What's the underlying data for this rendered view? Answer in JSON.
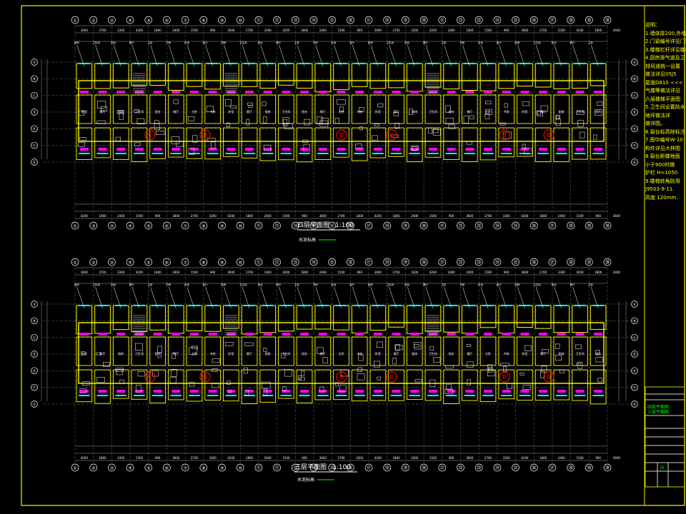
{
  "drawing": {
    "title_upper": "四层平面图",
    "title_lower": "三层平面图",
    "scale": "1:100",
    "level_note": "水泥标高",
    "axis_labels_top": [
      "①",
      "②",
      "③",
      "④",
      "⑤",
      "⑥",
      "⑦",
      "⑧",
      "⑨",
      "⑩",
      "⑪",
      "⑫",
      "⑬",
      "⑭",
      "⑮",
      "⑯",
      "⑰",
      "⑱",
      "⑲",
      "⑳",
      "㉑",
      "㉒",
      "㉓",
      "㉔",
      "㉕",
      "㉖",
      "㉗",
      "㉘",
      "㉙",
      "㉚"
    ],
    "axis_labels_side": [
      "Ⓐ",
      "Ⓑ",
      "Ⓒ",
      "Ⓓ",
      "Ⓔ",
      "Ⓕ",
      "Ⓖ"
    ],
    "unit_tags": [
      "C",
      "D",
      "D",
      "C",
      "B",
      "B"
    ],
    "room_labels": [
      "卧室",
      "客厅",
      "厨房",
      "卫生间",
      "阳台",
      "餐厅",
      "主卧",
      "书房"
    ],
    "dims": [
      "3600",
      "2700",
      "3300",
      "4200",
      "1800",
      "2400",
      "1500",
      "900"
    ],
    "colors": {
      "frame": "#c8c800",
      "wall": "#ffff00",
      "cyan": "#00ffff",
      "magenta": "#ff00ff",
      "red": "#ff0000",
      "green": "#00ff00",
      "white": "#ffffff",
      "grey": "#a0a0a0"
    }
  },
  "notes": {
    "lines": [
      "说明：",
      "1.墙体厚200,外墙",
      "2.门窗编号详见门窗",
      "3.楼梯栏杆详见楼梯",
      "4.厨房排气道及卫",
      "  排风道统一设置",
      "  做法详见05J5",
      "  屋面D810 <<<",
      "  气楼等做法详见",
      "  六层楼梯平面图",
      "5.卫生间设置防水",
      "  地坪做法详",
      "  做详图。",
      "6.窗台标高除标注",
      "7.图中编号W-10",
      "  构件详见大样图",
      "8.窗台距楼地面",
      "  小于900时做",
      "  护栏 H=1050",
      "9.楼梯转角防滑",
      "  J9503-9-11.",
      "  高度 120mm."
    ]
  },
  "titleblock": {
    "lines": [
      "",
      "",
      "四层平面图",
      "三层平面图",
      "",
      "",
      "",
      "",
      "",
      ""
    ]
  }
}
